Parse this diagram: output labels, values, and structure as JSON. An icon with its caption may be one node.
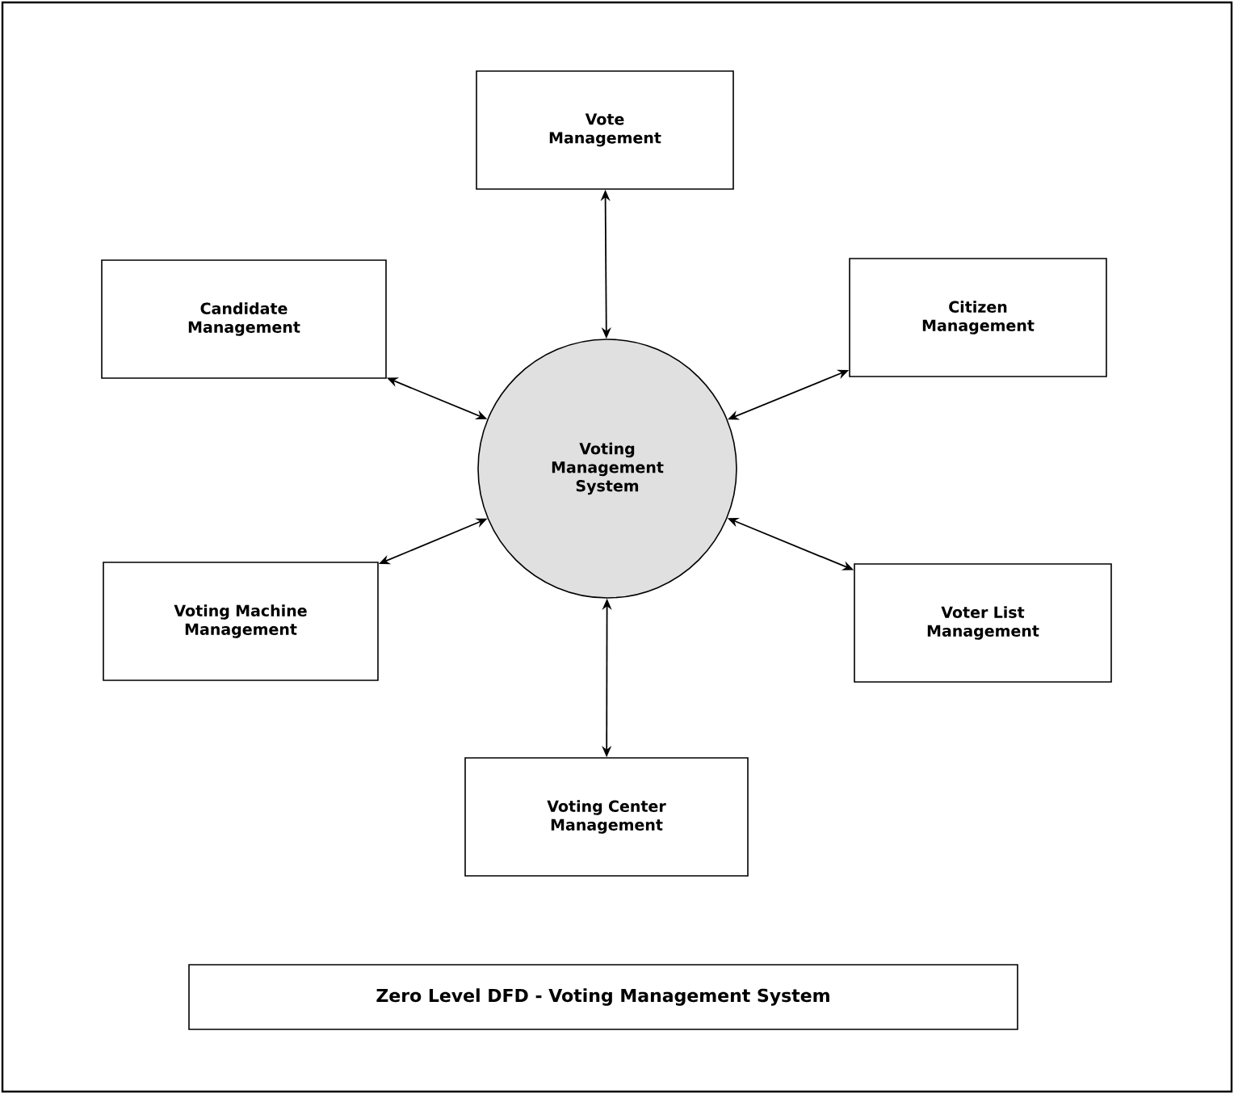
{
  "diagram": {
    "title": "Zero Level DFD - Voting Management System",
    "nodes": [
      {
        "text": [
          "Vote Management"
        ]
      },
      {
        "text": [
          "Candidate Management"
        ]
      },
      {
        "text": [
          "Citizen Management"
        ]
      },
      {
        "text": [
          "Voting Management System"
        ]
      },
      {
        "text": [
          "Voting Machine Management"
        ]
      },
      {
        "text": [
          "Voter List Management"
        ]
      },
      {
        "text": [
          "Voting Center Management"
        ]
      }
    ],
    "edges": [
      {
        "from": 3,
        "to": 0,
        "arrow": "both"
      },
      {
        "from": 3,
        "to": 1,
        "arrow": "both"
      },
      {
        "from": 3,
        "to": 2,
        "arrow": "both"
      },
      {
        "from": 3,
        "to": 4,
        "arrow": "both"
      },
      {
        "from": 3,
        "to": 5,
        "arrow": "both"
      },
      {
        "from": 3,
        "to": 6,
        "arrow": "both"
      }
    ]
  }
}
